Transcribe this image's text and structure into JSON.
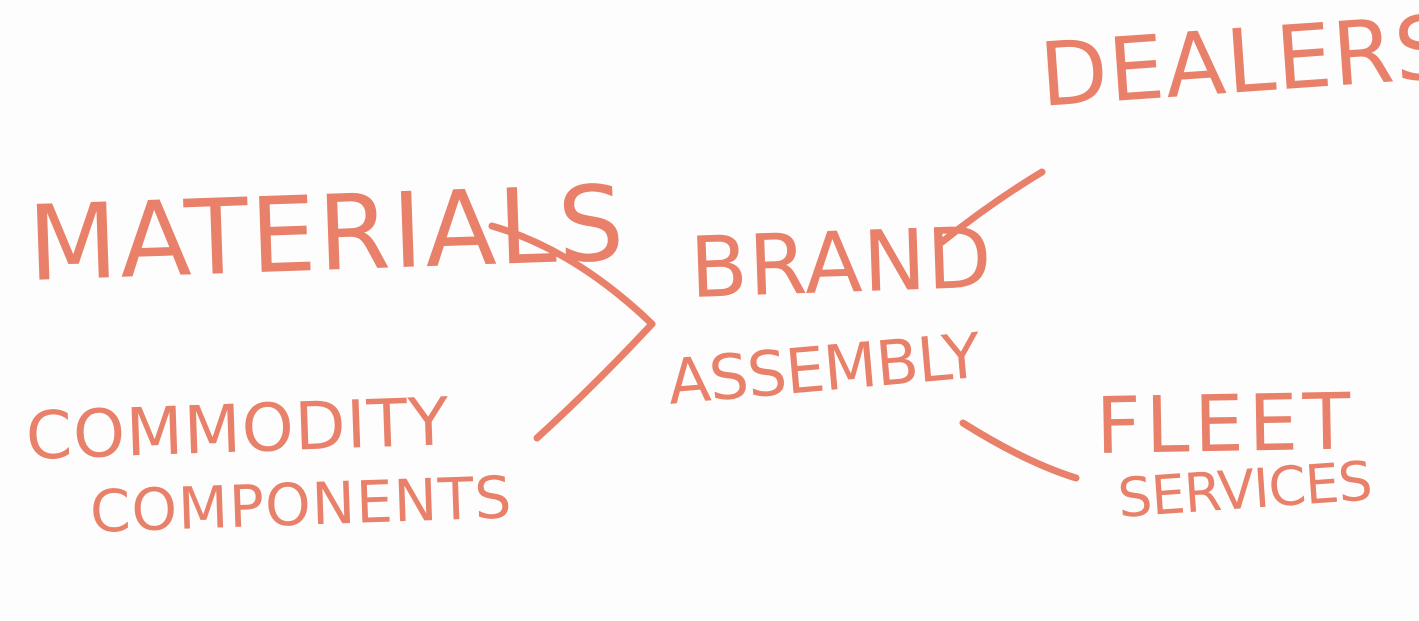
{
  "diagram": {
    "ink_color": "#e8806a",
    "background_color": "#fefdfd",
    "nodes": {
      "materials": "Materials",
      "commodity": "Commodity",
      "components": "Components",
      "brand": "Brand",
      "assembly": "Assembly",
      "dealers": "Dealers",
      "fleet": "Fleet",
      "services": "Services"
    },
    "edges": [
      {
        "from": "Materials",
        "to": "Brand Assembly"
      },
      {
        "from": "Commodity Components",
        "to": "Brand Assembly"
      },
      {
        "from": "Brand Assembly",
        "to": "Dealers"
      },
      {
        "from": "Brand Assembly",
        "to": "Fleet Services"
      }
    ]
  }
}
